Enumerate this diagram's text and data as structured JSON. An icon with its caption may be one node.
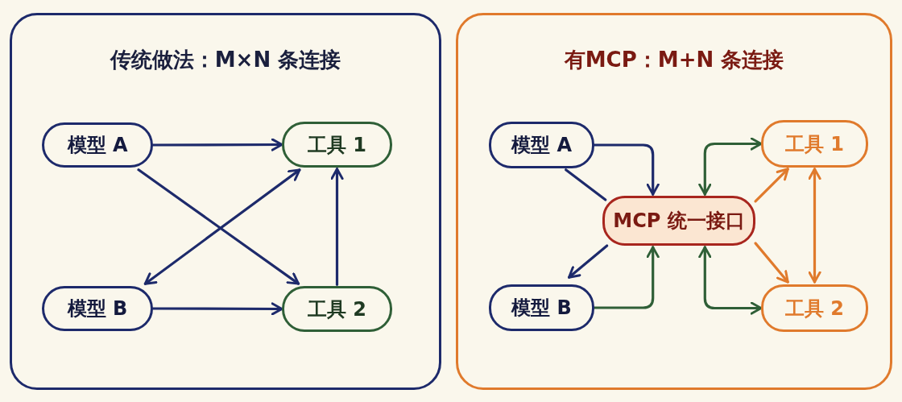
{
  "diagram": {
    "nodes": [
      {
        "text": [
          "传统做法：M×N 条连接"
        ]
      },
      {
        "text": [
          "模型 A"
        ],
        "in": 0
      },
      {
        "text": [
          "工具 1"
        ],
        "in": 0
      },
      {
        "text": [
          "模型 B"
        ],
        "in": 0
      },
      {
        "text": [
          "工具 2"
        ],
        "in": 0
      },
      {
        "text": [
          "有MCP：M+N 条连接"
        ]
      },
      {
        "text": [
          "模型 A"
        ],
        "in": 5
      },
      {
        "text": [
          "工具 1"
        ],
        "in": 5
      },
      {
        "text": [
          "MCP 统一接口"
        ],
        "in": 5
      },
      {
        "text": [
          "模型 B"
        ],
        "in": 5
      },
      {
        "text": [
          "工具 2"
        ],
        "in": 5
      }
    ],
    "edges": [
      {
        "from": 1,
        "to": 2,
        "arrow": "to"
      },
      {
        "from": 1,
        "to": 4,
        "arrow": "to"
      },
      {
        "from": 3,
        "to": 2,
        "arrow": "both"
      },
      {
        "from": 3,
        "to": 4,
        "arrow": "to"
      },
      {
        "from": 4,
        "to": 2,
        "arrow": "to"
      },
      {
        "from": 6,
        "to": 8,
        "arrow": "to"
      },
      {
        "from": 6,
        "to": 8,
        "arrow": "none"
      },
      {
        "from": 8,
        "to": 9,
        "arrow": "to"
      },
      {
        "from": 9,
        "to": 8,
        "arrow": "to",
        "color": "#2f5f37"
      },
      {
        "from": 8,
        "to": 7,
        "arrow": "both",
        "color": "#2f5f37"
      },
      {
        "from": 8,
        "to": 10,
        "arrow": "both",
        "color": "#2f5f37"
      },
      {
        "from": 8,
        "to": 7,
        "arrow": "to",
        "color": "#e07a2c"
      },
      {
        "from": 8,
        "to": 10,
        "arrow": "to",
        "color": "#e07a2c"
      },
      {
        "from": 7,
        "to": 10,
        "arrow": "both",
        "color": "#e07a2c"
      }
    ]
  }
}
